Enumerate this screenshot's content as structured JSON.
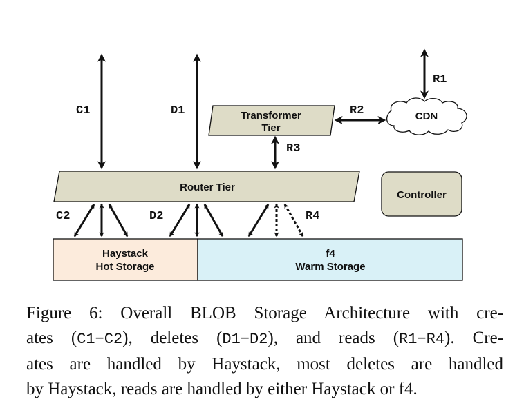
{
  "nodes": {
    "transformer": {
      "line1": "Transformer",
      "line2": "Tier"
    },
    "cdn": "CDN",
    "router": "Router Tier",
    "controller": "Controller",
    "haystack": {
      "line1": "Haystack",
      "line2": "Hot Storage"
    },
    "f4": {
      "line1": "f4",
      "line2": "Warm Storage"
    }
  },
  "edges": {
    "c1": "C1",
    "d1": "D1",
    "r1": "R1",
    "r2": "R2",
    "r3": "R3",
    "c2": "C2",
    "d2": "D2",
    "r4": "R4"
  },
  "colors": {
    "tier_fill": "#dedcc7",
    "haystack_fill": "#fcebdc",
    "f4_fill": "#d9f1f7",
    "stroke": "#111111"
  },
  "caption": {
    "l1": "Figure 6: Overall BLOB Storage Architecture with cre-",
    "l2a": "ates (",
    "l2b": "C1−C2",
    "l2c": "), deletes (",
    "l2d": "D1−D2",
    "l2e": "), and reads (",
    "l2f": "R1−R4",
    "l2g": "). Cre-",
    "l3": "ates are handled by Haystack, most deletes are handled",
    "l4": "by Haystack, reads are handled by either Haystack or f4."
  }
}
